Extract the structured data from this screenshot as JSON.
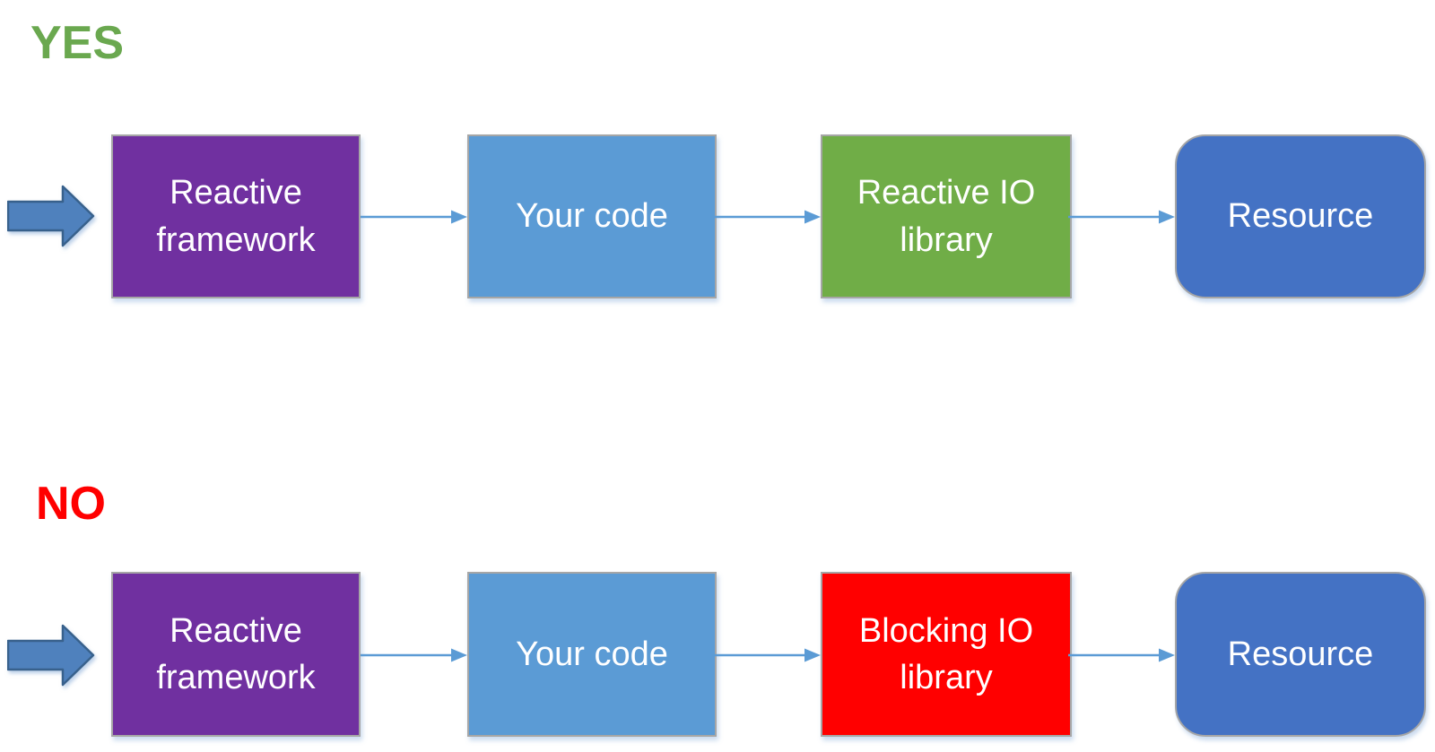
{
  "diagram": {
    "rows": [
      {
        "label": "YES",
        "label_color": "#6AA84F",
        "nodes": [
          {
            "text": "Reactive framework",
            "fill": "#7030A0",
            "shape": "rectangle"
          },
          {
            "text": "Your code",
            "fill": "#5B9BD5",
            "shape": "rectangle"
          },
          {
            "text": "Reactive IO library",
            "fill": "#70AD47",
            "shape": "rectangle"
          },
          {
            "text": "Resource",
            "fill": "#4472C4",
            "shape": "rounded-rectangle"
          }
        ]
      },
      {
        "label": "NO",
        "label_color": "#FF0000",
        "nodes": [
          {
            "text": "Reactive framework",
            "fill": "#7030A0",
            "shape": "rectangle"
          },
          {
            "text": "Your code",
            "fill": "#5B9BD5",
            "shape": "rectangle"
          },
          {
            "text": "Blocking IO library",
            "fill": "#FF0000",
            "shape": "rectangle"
          },
          {
            "text": "Resource",
            "fill": "#4472C4",
            "shape": "rounded-rectangle"
          }
        ]
      }
    ],
    "icons": {
      "flow_input": "right-block-arrow-icon",
      "connector": "right-arrow-connector-icon"
    },
    "colors": {
      "background": "#FFFFFF",
      "connector": "#5B9BD5",
      "block_arrow_fill": "#4F81BD",
      "block_arrow_stroke": "#38618C",
      "node_border": "#A6A6A6",
      "node_text": "#FFFFFF"
    }
  }
}
